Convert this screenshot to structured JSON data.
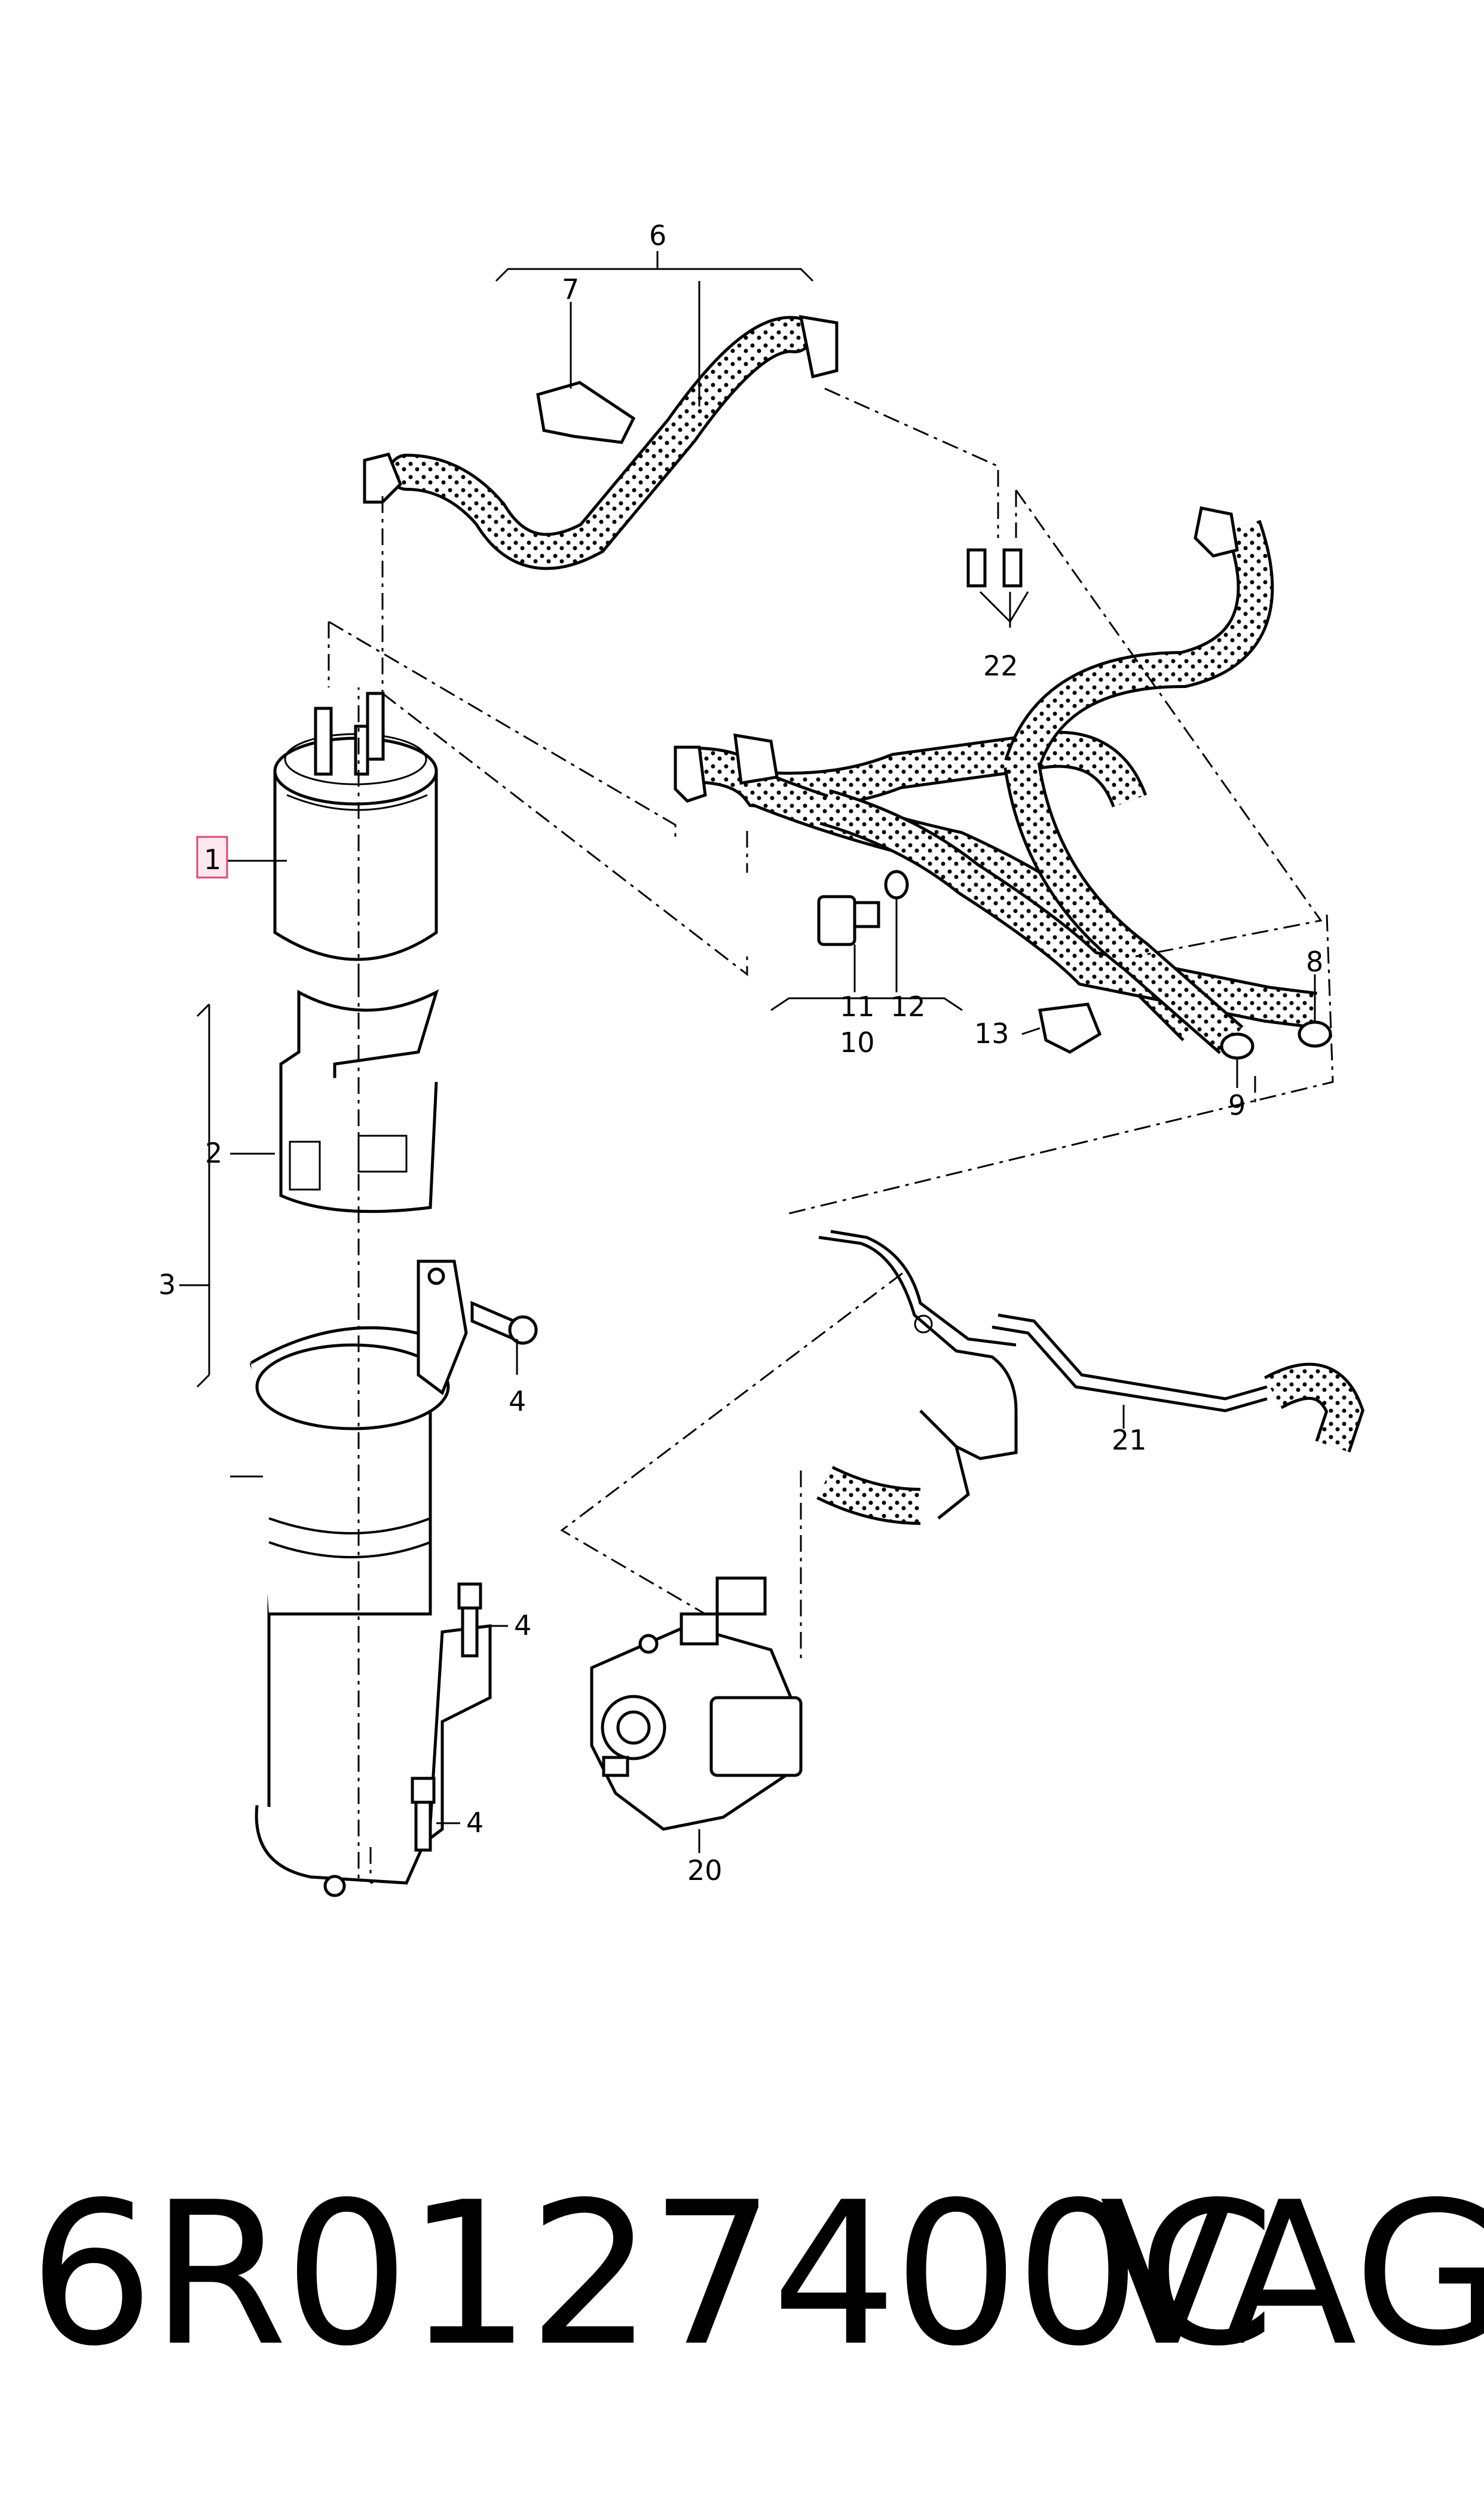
{
  "diagram": {
    "callouts": {
      "c1": "1",
      "c2": "2",
      "c3": "3",
      "c4a": "4",
      "c4b": "4",
      "c4c": "4",
      "c6": "6",
      "c7": "7",
      "c8": "8",
      "c9": "9",
      "c10": "10",
      "c11": "11",
      "c12": "12",
      "c13": "13",
      "c20": "20",
      "c21": "21",
      "c22": "22"
    },
    "highlight_color": "#e0457b"
  },
  "footer": {
    "part_number": "6R0127400C",
    "brand": "VAG"
  }
}
